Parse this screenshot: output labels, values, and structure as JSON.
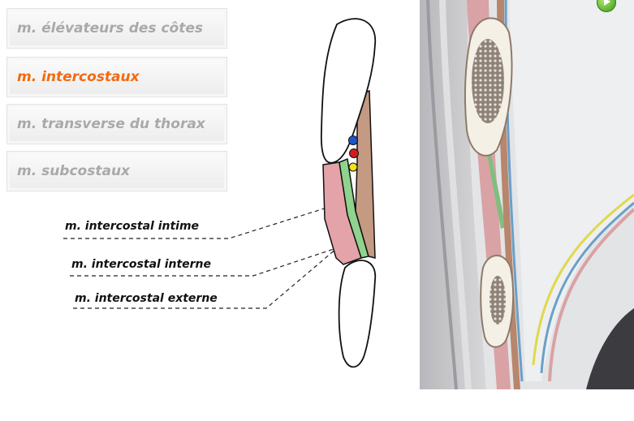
{
  "menu": {
    "items": [
      {
        "label": "m. élévateurs des côtes"
      },
      {
        "label": "m. intercostaux",
        "active": true
      },
      {
        "label": "m. transverse du thorax"
      },
      {
        "label": "m. subcostaux"
      }
    ]
  },
  "diagram": {
    "labels": {
      "intime": "m. intercostal intime",
      "interne": "m. intercostal interne",
      "externe": "m. intercostal externe"
    }
  },
  "colors": {
    "active_text": "#f26a10",
    "inactive_text": "#a9a9a9",
    "muscle_externe": "#e3a3a8",
    "muscle_interne": "#8fd38e",
    "muscle_intime": "#c49a82",
    "vein": "#1e56c8",
    "artery": "#d21c1c",
    "nerve": "#f1e21c"
  }
}
